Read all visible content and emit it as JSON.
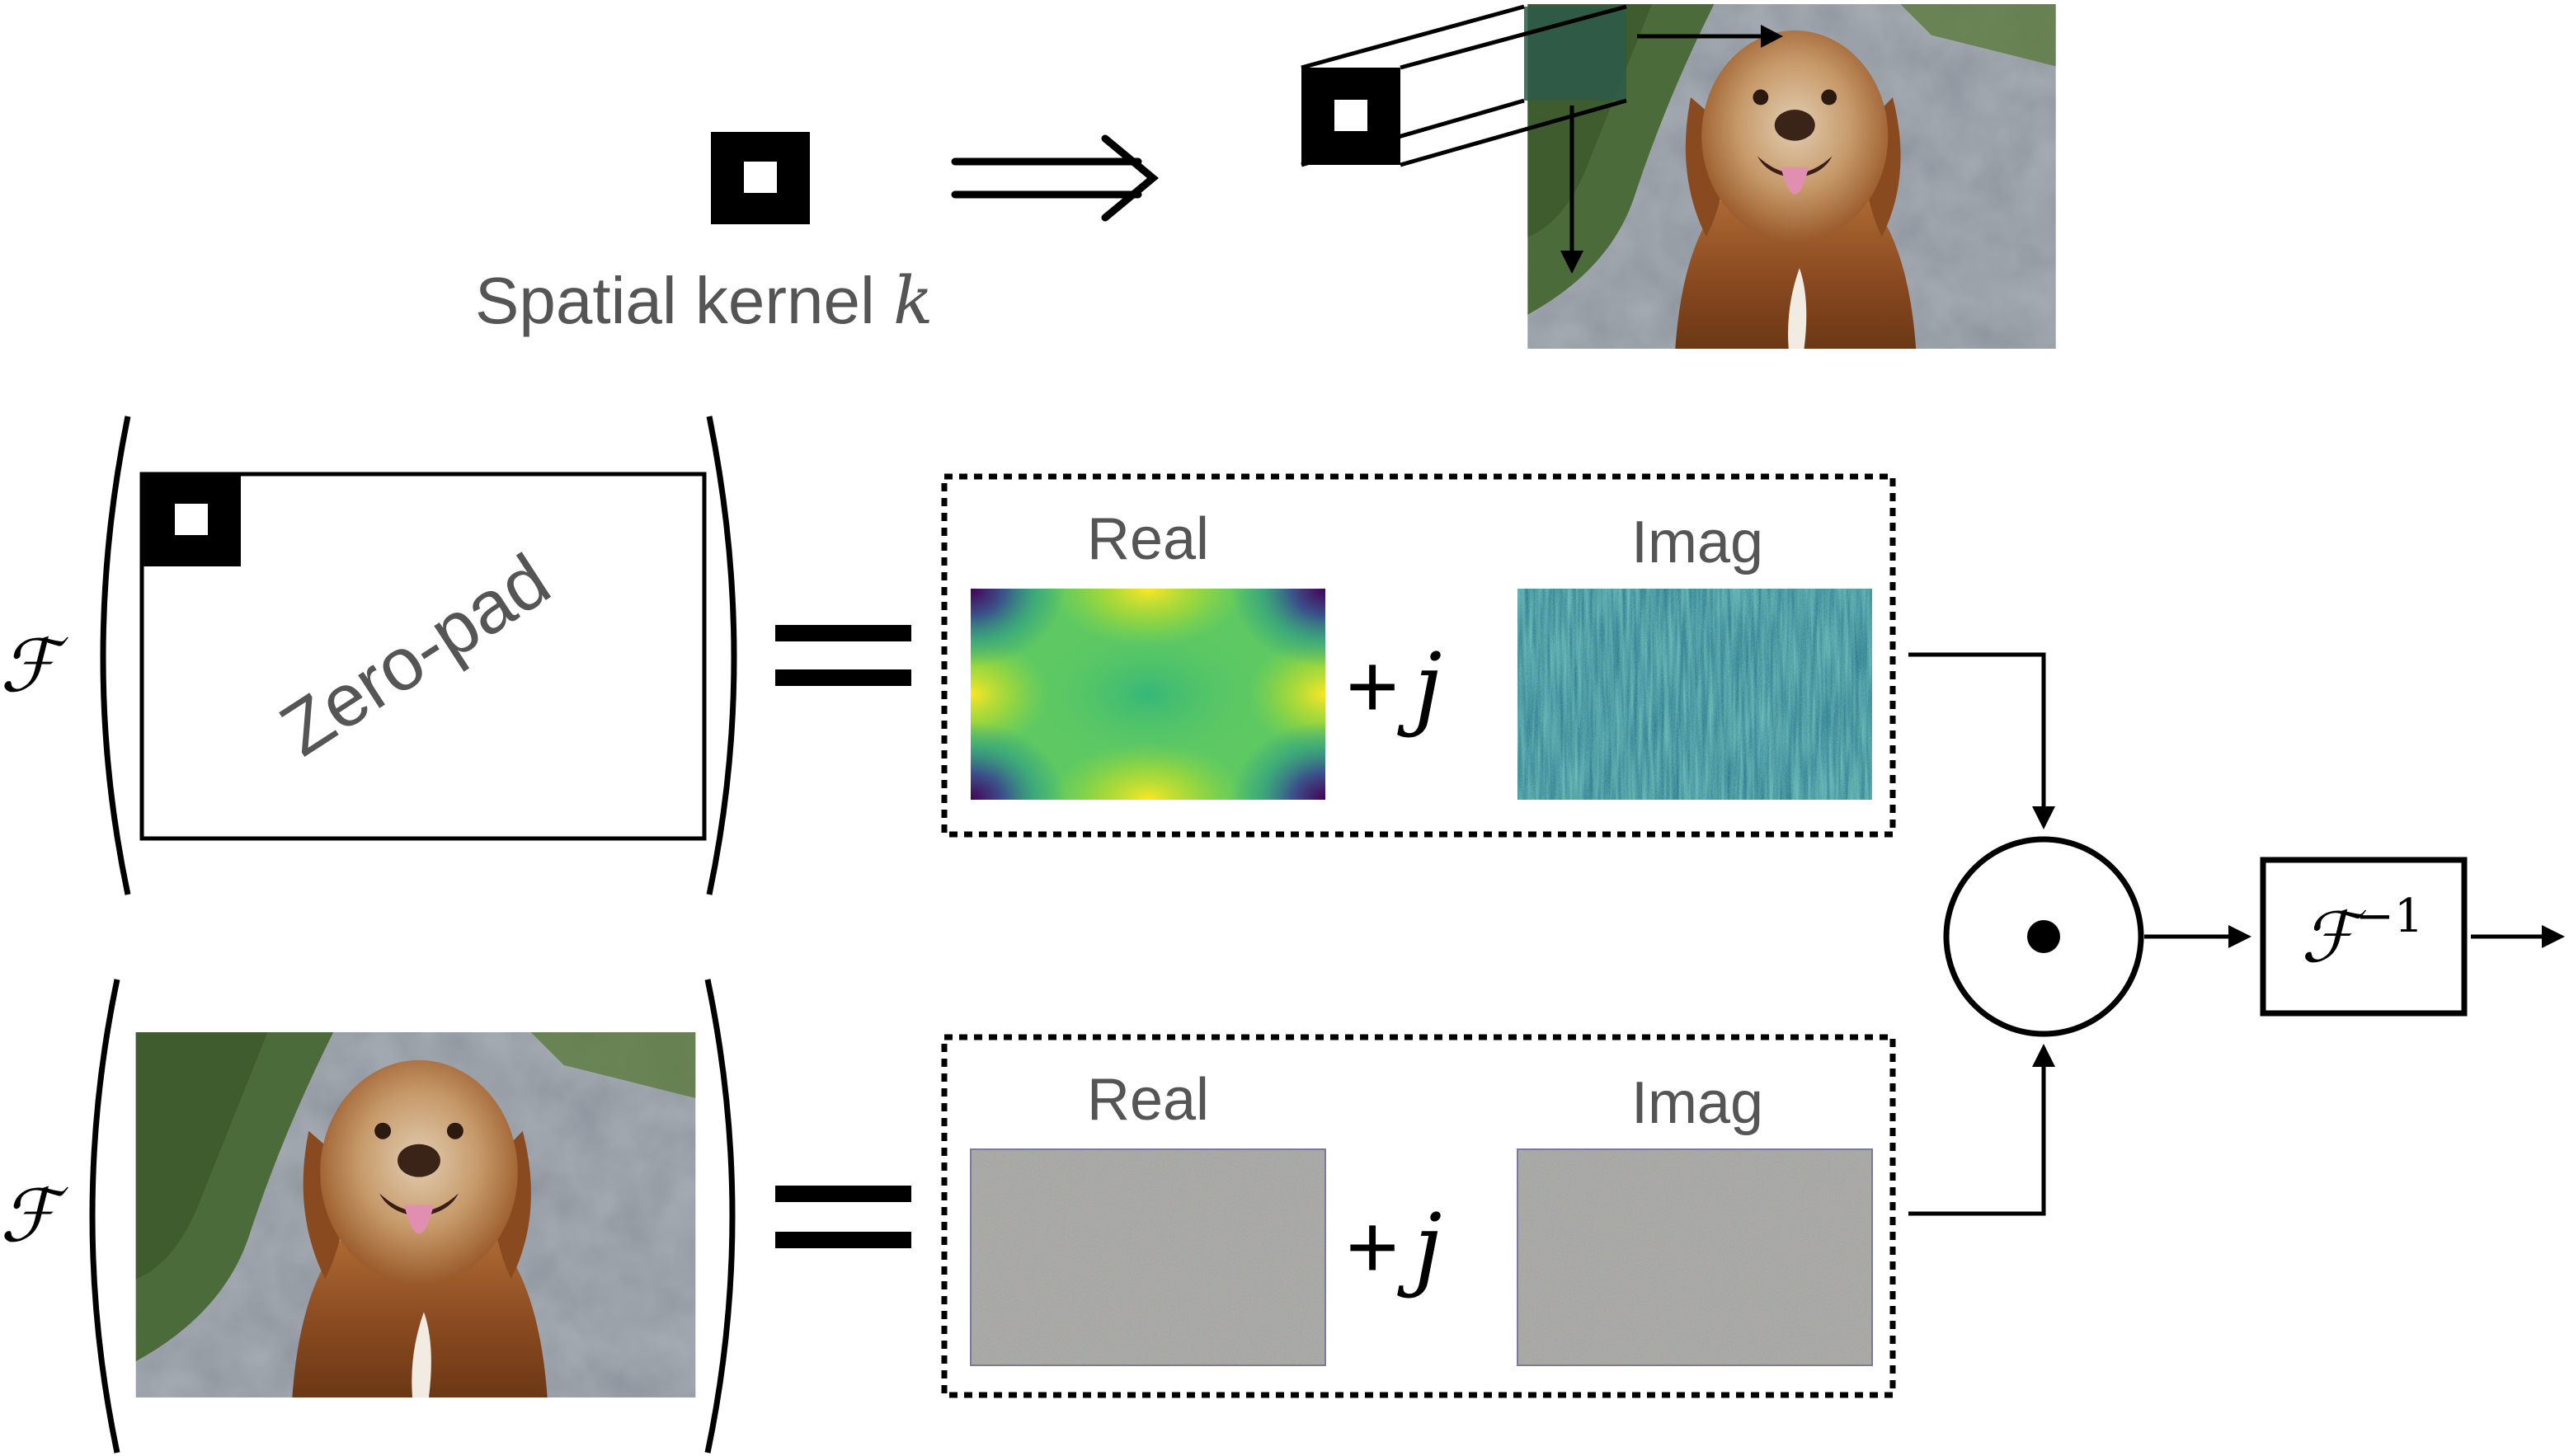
{
  "kernel": {
    "label": "Spatial kernel ",
    "symbol": "k"
  },
  "zero_pad_label": "Zero-pad",
  "fourier_symbol": "ℱ",
  "inverse_fourier": {
    "symbol": "ℱ",
    "exponent": "−1"
  },
  "rows": [
    {
      "real_label": "Real",
      "imag_label": "Imag",
      "plus": "+",
      "j": "j"
    },
    {
      "real_label": "Real",
      "imag_label": "Imag",
      "plus": "+",
      "j": "j"
    }
  ],
  "hadamard_symbol": "⊙",
  "colors": {
    "viridis_dark": "#440154",
    "viridis_teal": "#21908c",
    "viridis_green": "#5ec962",
    "viridis_yellow": "#fde725",
    "noise_gray": "#8b8b88"
  }
}
